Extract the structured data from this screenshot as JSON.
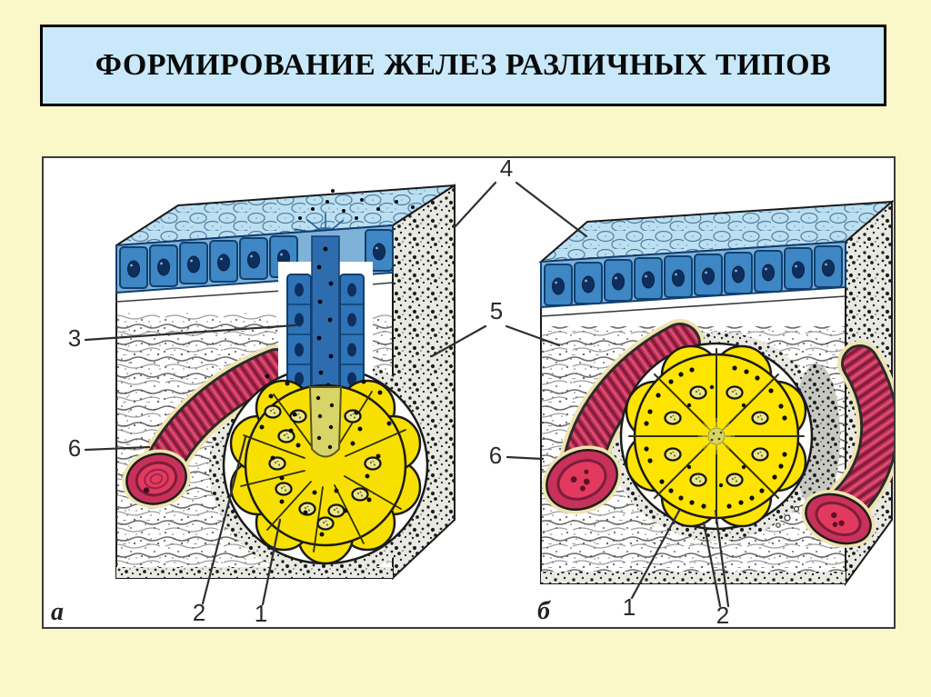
{
  "slide": {
    "title": "ФОРМИРОВАНИЕ ЖЕЛЕЗ РАЗЛИЧНЫХ ТИПОВ"
  },
  "colors": {
    "slide_background": "#FAF8C8",
    "title_box_fill": "#C9E9FA",
    "title_box_border": "#000000",
    "figure_background": "#FFFFFF",
    "epithelium_blue": "#3E86C4",
    "epithelium_surface_blue": "#BCDFF2",
    "gland_cell_yellow": "#F7E000",
    "duct_secretion_olive": "#D8D468",
    "blood_vessel_red": "#C8315A",
    "label_color": "#2B2B2B"
  },
  "figure": {
    "shared": {
      "label_4": "4",
      "label_5": "5"
    },
    "panel_a": {
      "letter": "а",
      "label_3": "3",
      "label_6": "6",
      "label_2": "2",
      "label_1": "1"
    },
    "panel_b": {
      "letter": "б",
      "label_6": "6",
      "label_1": "1",
      "label_2": "2"
    }
  }
}
